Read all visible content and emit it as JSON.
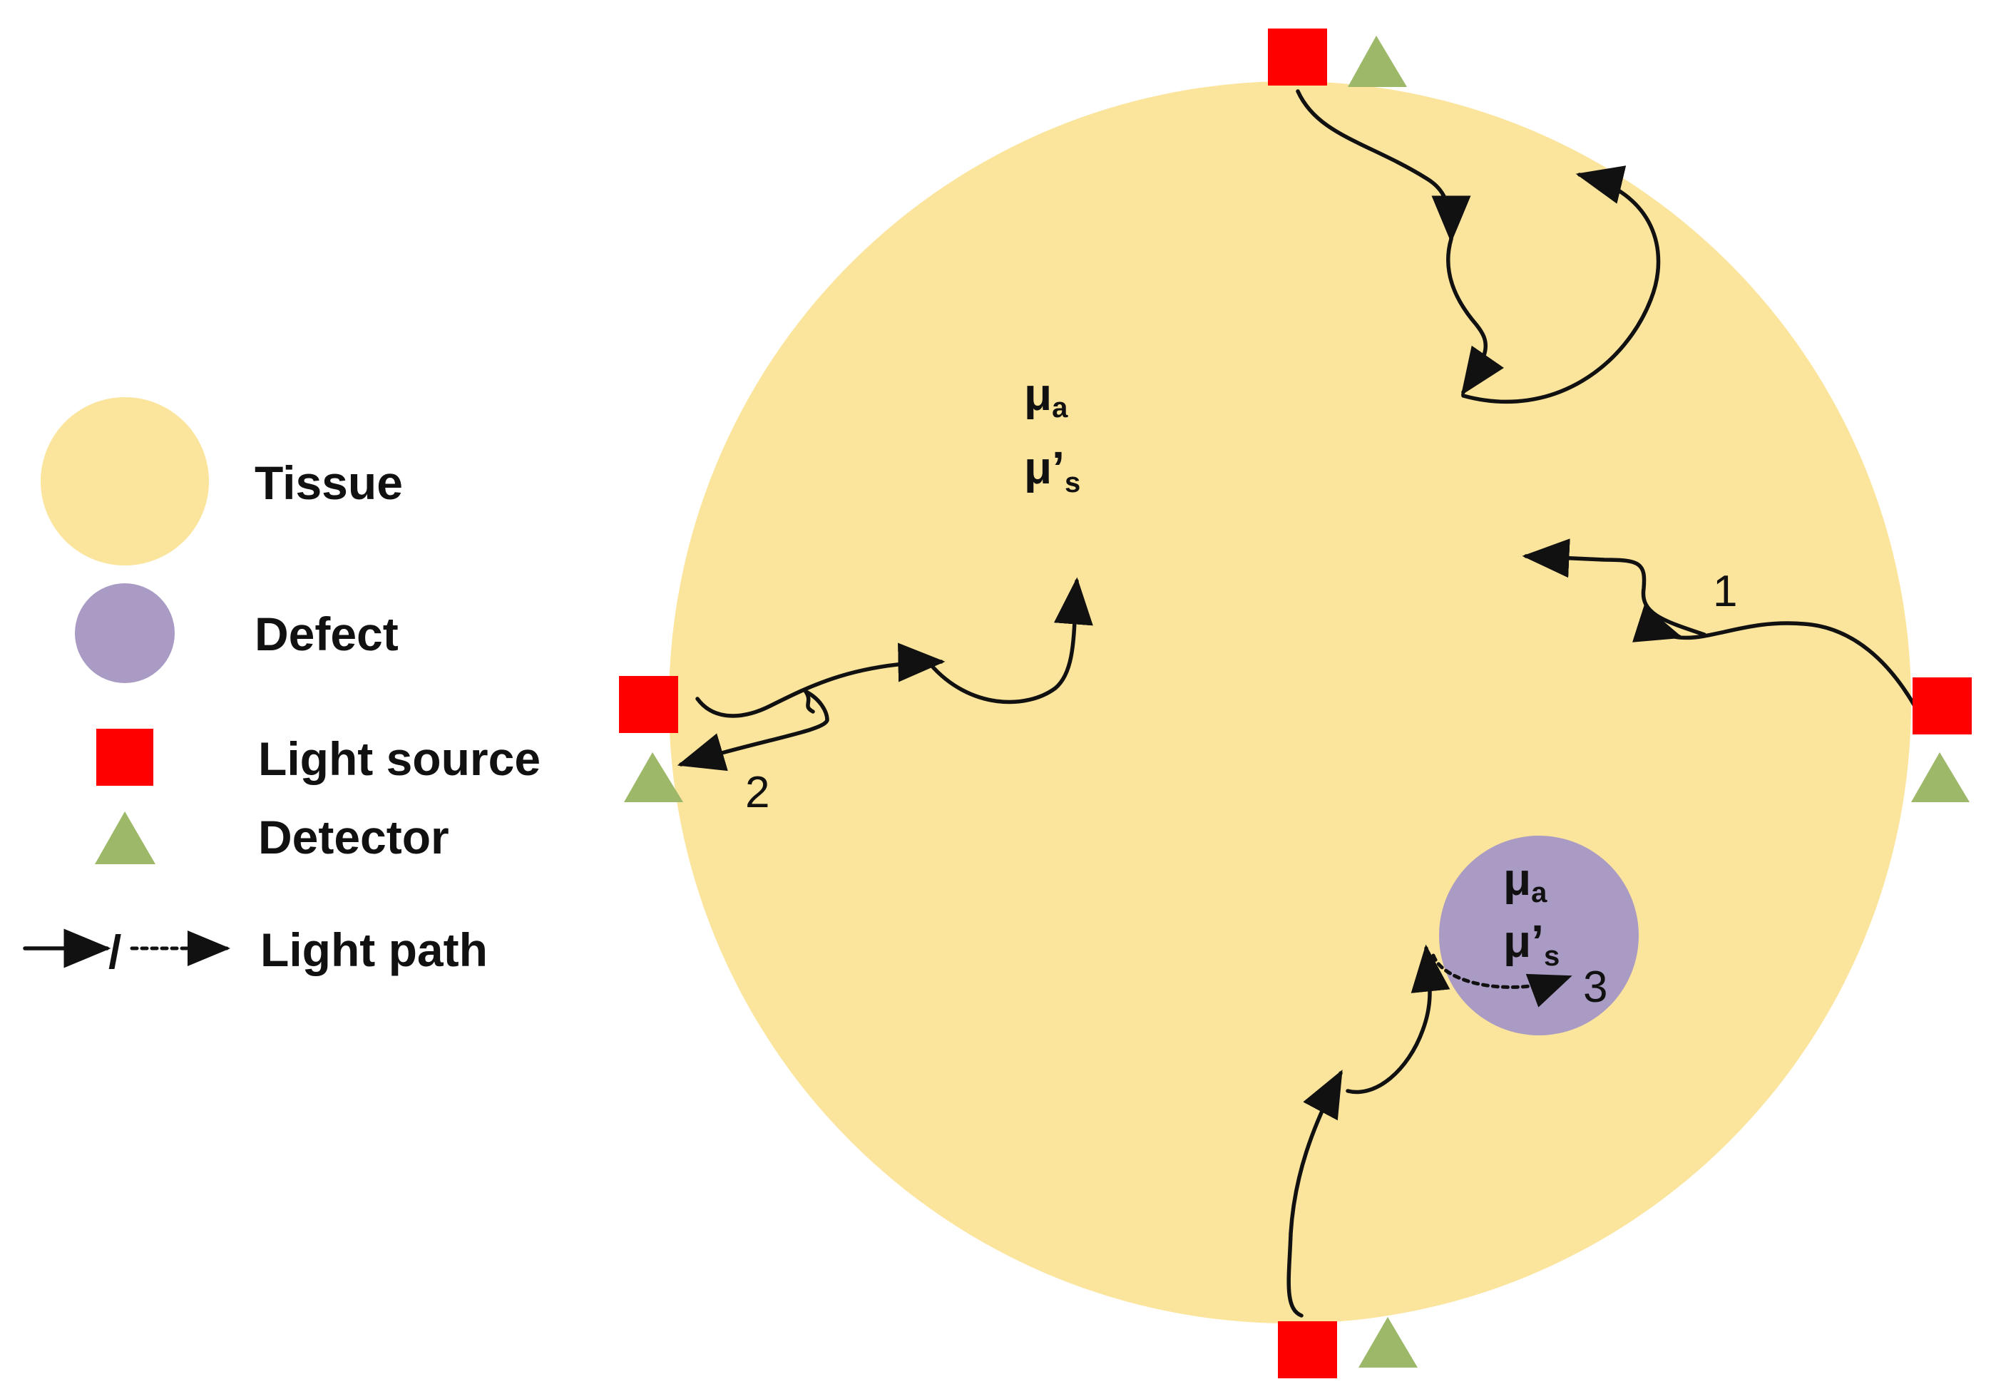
{
  "colors": {
    "tissue": "#fbe49c",
    "defect": "#a99bc3",
    "light_source": "#ff0000",
    "detector": "#9cb868",
    "path": "#111111"
  },
  "legend": {
    "tissue_label": "Tissue",
    "defect_label": "Defect",
    "light_source_label": "Light source",
    "detector_label": "Detector",
    "light_path_label": "Light path",
    "light_path_separator": "/"
  },
  "tissue_coefficients": {
    "absorption": "μ",
    "absorption_sub": "a",
    "scattering": "μ’",
    "scattering_sub": "s"
  },
  "defect_coefficients": {
    "absorption": "μ",
    "absorption_sub": "a",
    "scattering": "μ’",
    "scattering_sub": "s"
  },
  "path_labels": {
    "path1": "1",
    "path2": "2",
    "path3": "3"
  },
  "icons": {
    "light_source": "red-square-icon",
    "detector": "green-triangle-icon",
    "arrow": "arrowhead-icon"
  }
}
